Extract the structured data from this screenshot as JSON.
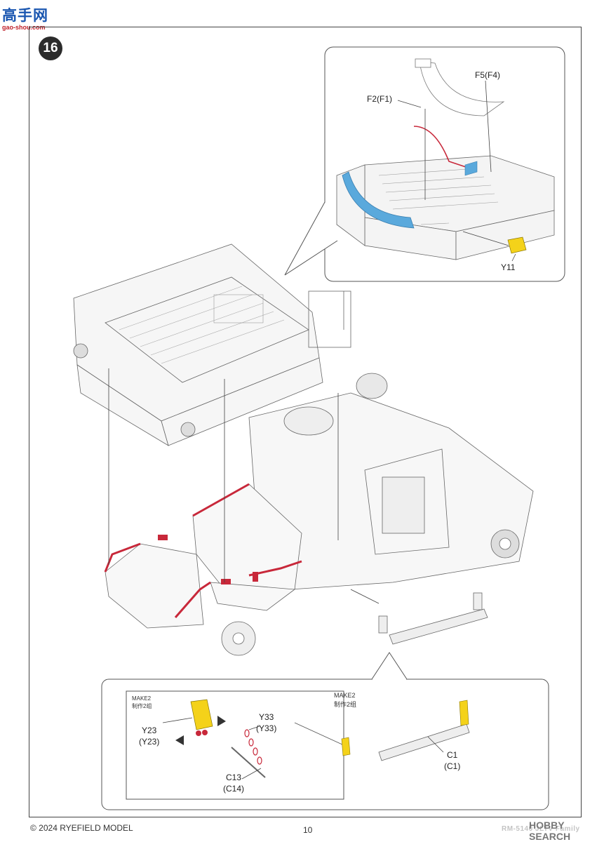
{
  "watermark_top": {
    "logo_text": "高手网",
    "url": "gao-shou.com"
  },
  "step": {
    "number": "16"
  },
  "inset_top": {
    "labels": {
      "f5": "F5(F4)",
      "f2": "F2(F1)",
      "y11": "Y11"
    }
  },
  "inset_bottom": {
    "make_left": {
      "en": "MAKE2",
      "cn": "制作2组"
    },
    "make_right": {
      "en": "MAKE2",
      "cn": "制作2组"
    },
    "labels": {
      "y33a": "Y33",
      "y33b": "(Y33)",
      "y23a": "Y23",
      "y23b": "(Y23)",
      "c13a": "C13",
      "c13b": "(C14)",
      "c1a": "C1",
      "c1b": "(C1)"
    }
  },
  "footer": {
    "copyright": "© 2024 RYEFIELD MODEL",
    "page": "10",
    "right_partial": "RM-5140 JLTV Family",
    "watermark": "HOBBY SEARCH"
  },
  "colors": {
    "accent_red": "#c8283a",
    "accent_blue": "#5aa9dc",
    "accent_yellow": "#f4d21a",
    "line": "#444444"
  }
}
